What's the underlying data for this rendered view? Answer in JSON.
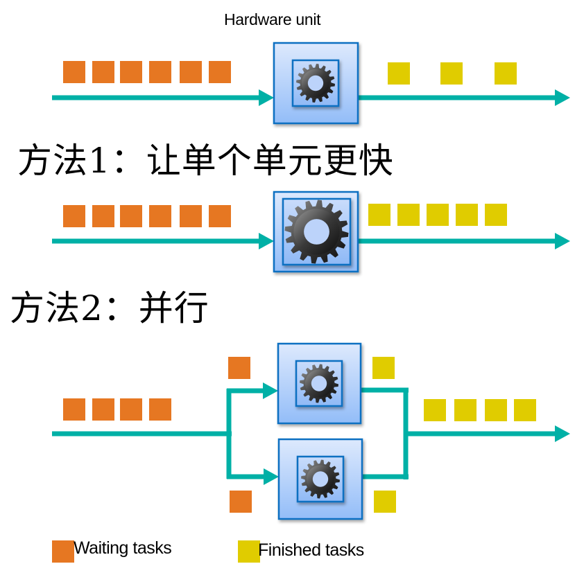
{
  "labels": {
    "hardware_unit": "Hardware unit",
    "method1": "方法1：让单个单元更快",
    "method2": "方法2：并行"
  },
  "legend": {
    "waiting": "Waiting tasks",
    "finished": "Finished tasks"
  },
  "colors": {
    "waiting": "#e67722",
    "finished": "#e0cc00",
    "flow": "#00b0a6",
    "unit_border": "#0a6fc2",
    "unit_fill_top": "#dbe9fd",
    "unit_fill_bottom": "#93bdf8"
  },
  "rows": [
    {
      "id": "baseline",
      "waiting_tasks": 6,
      "finished_tasks": 3,
      "units": 1,
      "gear": "small"
    },
    {
      "id": "method1-faster-unit",
      "waiting_tasks": 6,
      "finished_tasks": 5,
      "units": 1,
      "gear": "large"
    },
    {
      "id": "method2-parallel",
      "waiting_tasks": 4,
      "finished_tasks": 4,
      "units": 2,
      "gear": "small",
      "branch_waiting_tasks": 2,
      "branch_finished_tasks": 2
    }
  ],
  "icons": {
    "gear": "gear-icon",
    "arrow": "arrow-right-icon"
  }
}
